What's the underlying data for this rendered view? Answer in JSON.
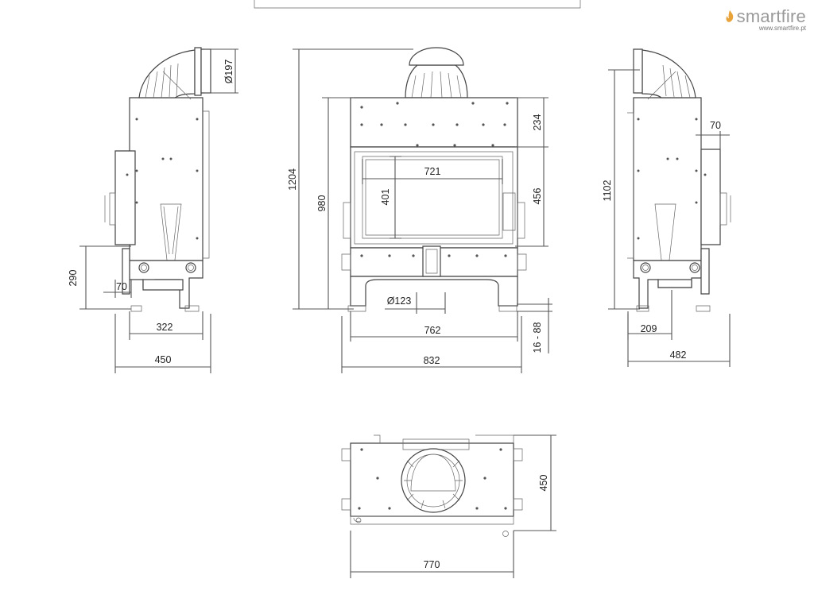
{
  "brand": {
    "name": "smartfire",
    "url": "www.smartfire.pt",
    "accent": "#e8a33a"
  },
  "views": {
    "left_side": {
      "dims": {
        "duct_diameter": "Ø197",
        "height_base": "290",
        "offset": "70",
        "base_width": "322",
        "depth": "450"
      }
    },
    "front": {
      "dims": {
        "total_height": "1204",
        "body_height": "980",
        "top_panel": "234",
        "glass_width": "721",
        "glass_height": "401",
        "door_height": "456",
        "inlet_diameter": "Ø123",
        "base_width": "762",
        "adjustable_feet": "16 - 88",
        "total_width": "832"
      }
    },
    "right_side": {
      "dims": {
        "height": "1102",
        "offset": "70",
        "base_width": "209",
        "depth": "482"
      }
    },
    "top": {
      "dims": {
        "depth": "450",
        "width": "770"
      }
    }
  }
}
